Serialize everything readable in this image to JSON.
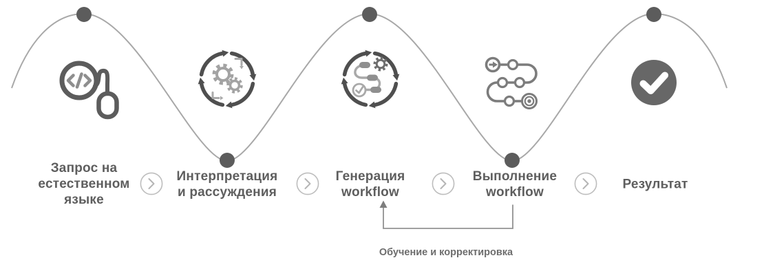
{
  "colors": {
    "ink": "#5e5e5e",
    "line": "#a8a8a8",
    "dot": "#5c5c5c",
    "icon-dark": "#5c5c5c",
    "icon-light": "#a3a3a3",
    "chevron": "#b5b5b5",
    "feedback": "#929292",
    "feedback-ink": "#6d6d6d",
    "check-bg": "#676767"
  },
  "steps": [
    {
      "label": "Запрос на\nестественном\nязыке",
      "icon": "code-search-mouse-icon"
    },
    {
      "label": "Интерпретация\nи рассуждения",
      "icon": "gears-cycle-icon"
    },
    {
      "label": "Генерация\nworkflow",
      "icon": "workflow-generation-cycle-icon"
    },
    {
      "label": "Выполнение\nworkflow",
      "icon": "workflow-execution-path-icon"
    },
    {
      "label": "Результат",
      "icon": "check-circle-icon"
    }
  ],
  "feedback_loop": {
    "label": "Обучение и корректировка",
    "from_step": "Выполнение workflow",
    "to_step": "Генерация workflow"
  }
}
